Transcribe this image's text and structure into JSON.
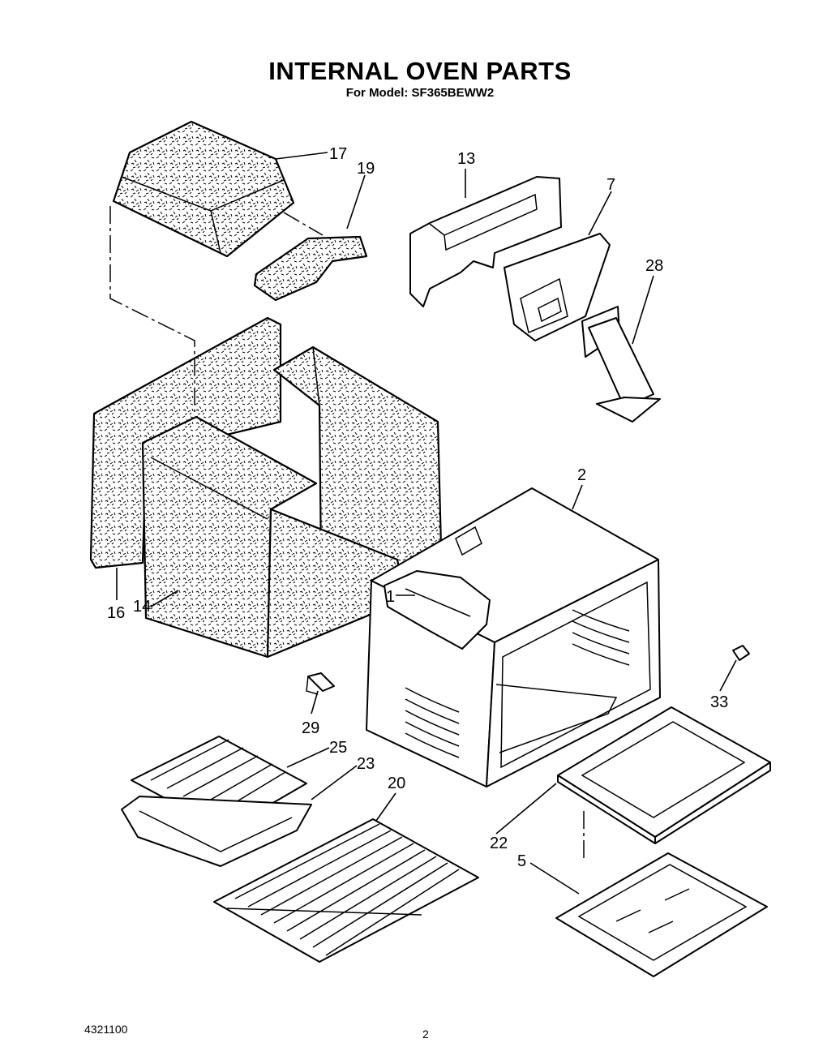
{
  "title": "INTERNAL OVEN PARTS",
  "subtitle": "For Model: SF365BEWW2",
  "footer": {
    "doc_number": "4321100",
    "page_number": "2"
  },
  "callouts": [
    "17",
    "19",
    "13",
    "7",
    "28",
    "2",
    "1",
    "16",
    "14",
    "33",
    "29",
    "25",
    "23",
    "20",
    "22",
    "5"
  ]
}
